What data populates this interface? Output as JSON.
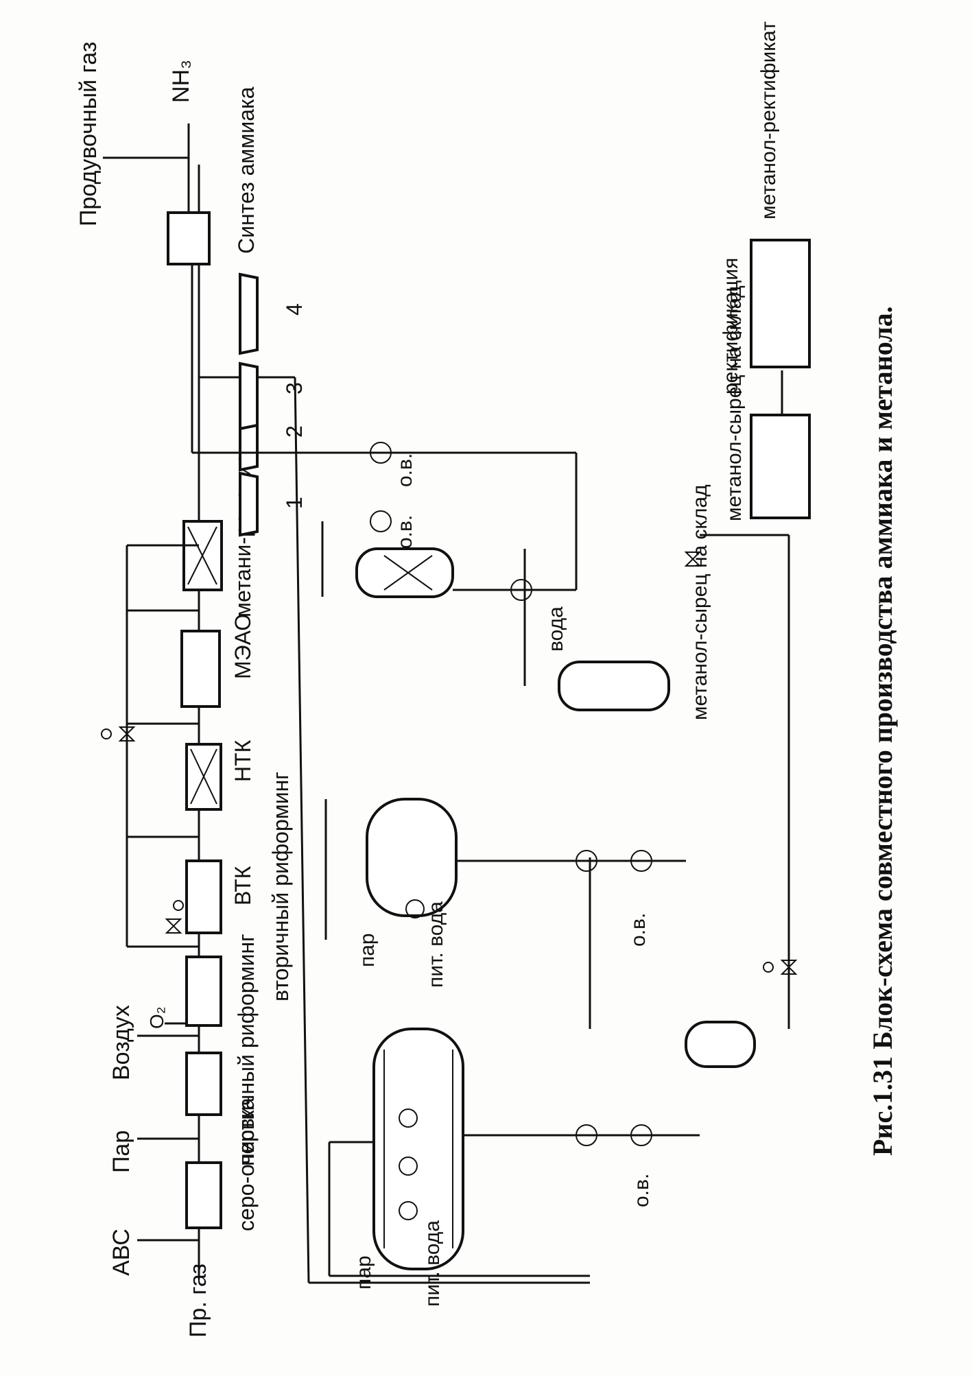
{
  "figure": {
    "caption": "Рис.1.31  Блок-схема совместного производства аммиака и метанола."
  },
  "inputs": {
    "pr_gas": "Пр. газ",
    "avs": "АВС",
    "par": "Пар",
    "vozdukh": "Воздух",
    "o2": "O₂"
  },
  "units": {
    "seroochistka": "серо-очистка",
    "pervichny": "первичный риформинг",
    "vtorichny": "вторичный риформинг",
    "vtk": "ВТК",
    "ntk": "НТК",
    "meao": "МЭАО",
    "metanirovanie": "метани-рование",
    "sintez": "Синтез аммиака",
    "rektifikatsiya": "ректификация"
  },
  "compressors": {
    "c1": "1",
    "c2": "2",
    "c3": "3",
    "c4": "4"
  },
  "outputs": {
    "produvochny": "Продувочный газ",
    "nh3": "NH₃",
    "metanol_rektifikat": "метанол-ректификат",
    "metanol_syrets_1": "метанол-сырец на склад",
    "metanol_syrets_2": "метанол-сырец на склад"
  },
  "streams": {
    "par_1": "пар",
    "pit_voda_1": "пит. вода",
    "ov_1": "о.в.",
    "par_2": "пар",
    "pit_voda_2": "пит. вода",
    "ov_2": "о.в.",
    "voda": "вода",
    "ov_3": "о.в.",
    "ov_4": "о.в."
  }
}
